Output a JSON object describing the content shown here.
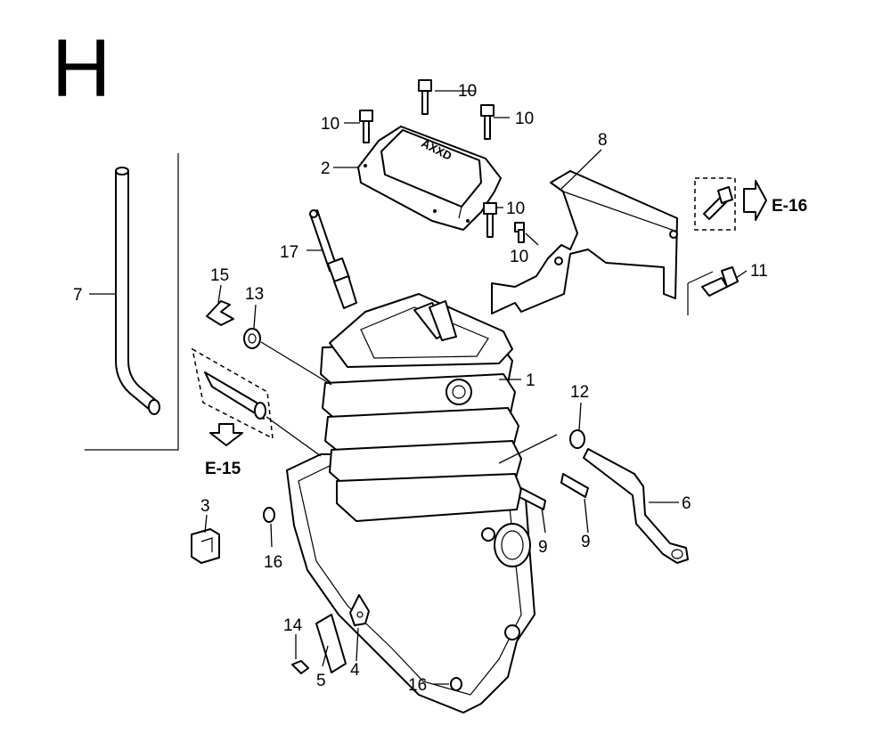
{
  "section_letter": "H",
  "parts": {
    "p1": "1",
    "p2": "2",
    "p3": "3",
    "p4": "4",
    "p5": "5",
    "p6": "6",
    "p7": "7",
    "p8": "8",
    "p9a": "9",
    "p9b": "9",
    "p10a": "10",
    "p10b": "10",
    "p10c": "10",
    "p10d": "10",
    "p10e": "10",
    "p11": "11",
    "p12": "12",
    "p13": "13",
    "p14": "14",
    "p15": "15",
    "p16a": "16",
    "p16b": "16",
    "p17": "17"
  },
  "references": {
    "upper": "E-16",
    "lower": "E-15"
  },
  "cover_badge": "AXXD"
}
